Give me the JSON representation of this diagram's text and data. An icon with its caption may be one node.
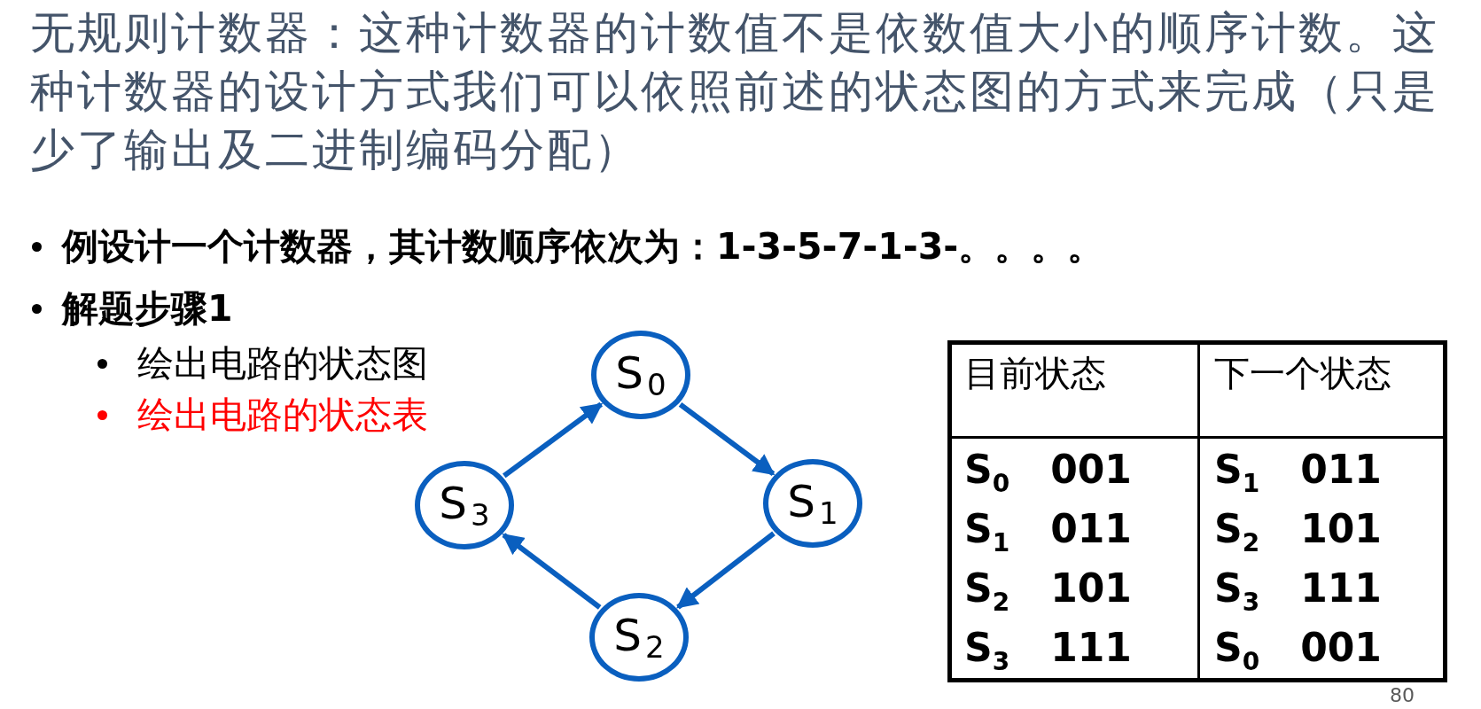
{
  "diagram": {
    "title": "无规则计数器：这种计数器的计数值不是依数值大小的顺序计数。这种计数器的设计方式我们可以依照前述的状态图的方式来完成（只是少了输出及二进制编码分配）",
    "nodes": [
      {
        "text": [
          "S$_{0}$"
        ]
      },
      {
        "text": [
          "S$_{1}$"
        ]
      },
      {
        "text": [
          "S$_{2}$"
        ]
      },
      {
        "text": [
          "S$_{3}$"
        ]
      }
    ],
    "edges": [
      {
        "from": 0,
        "to": 1,
        "arrow": "to"
      },
      {
        "from": 1,
        "to": 2,
        "arrow": "to"
      },
      {
        "from": 2,
        "to": 3,
        "arrow": "to"
      },
      {
        "from": 3,
        "to": 0,
        "arrow": "to"
      }
    ],
    "labels": [
      "例设计一个计数器，其计数顺序依次为：**1-3-5-7-1-3-。。。。**",
      "解题步骤**1**",
      "绘出电路的状态图",
      "绘出电路的状态表",
      "目前状态",
      "下一个状态",
      "S$_{0}$ 001",
      "S$_{1}$ 011",
      "S$_{1}$ 011",
      "S$_{2}$ 101",
      "S$_{2}$ 101",
      "S$_{3}$ 111",
      "S$_{3}$ 111",
      "S$_{0}$ 001",
      "80"
    ]
  }
}
